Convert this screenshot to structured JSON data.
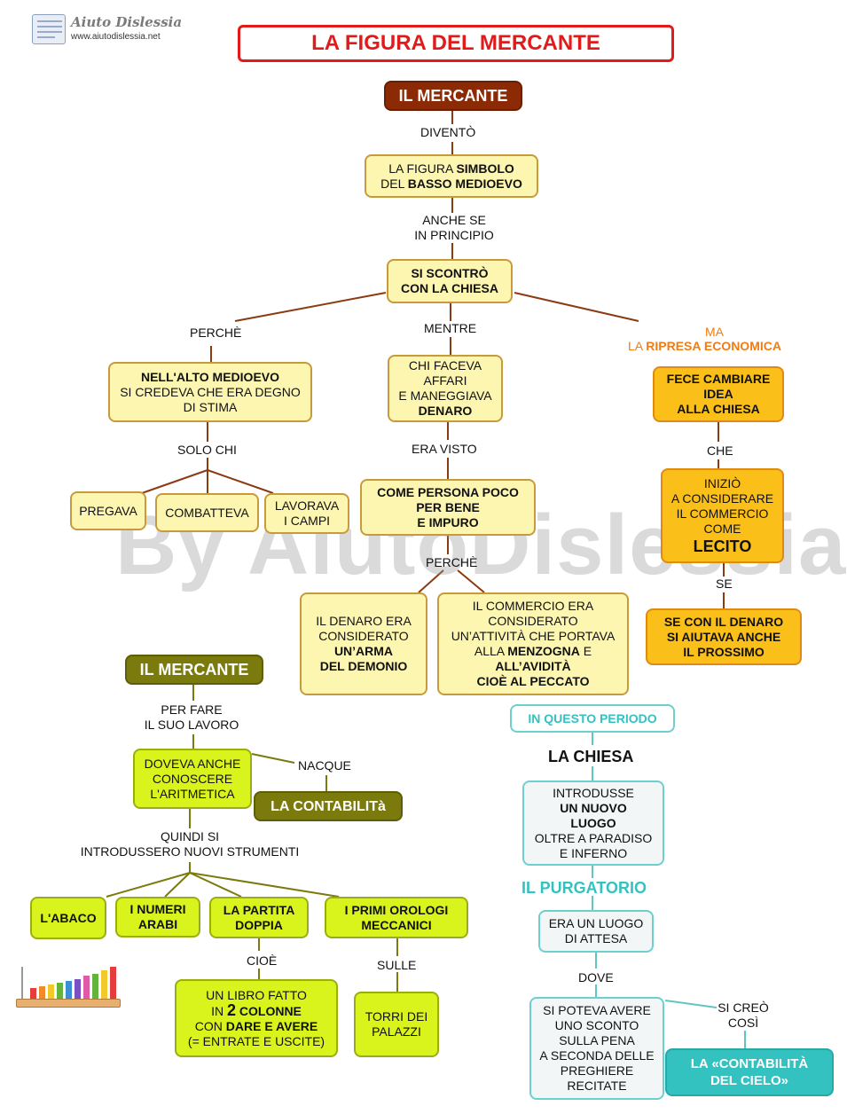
{
  "logo": {
    "name": "Aiuto Dislessia",
    "url": "www.aiutodislessia.net"
  },
  "title": "LA FIGURA DEL MERCANTE",
  "watermark": "By AiutoDislessia.net",
  "top": {
    "root": "IL MERCANTE",
    "l_divento": "DIVENTÒ",
    "n1": {
      "a": "LA FIGURA ",
      "b": "SIMBOLO",
      "c": "DEL ",
      "d": "BASSO MEDIOEVO"
    },
    "l_anche": [
      "ANCHE SE",
      "IN PRINCIPIO"
    ],
    "n2": [
      "SI SCONTRÒ",
      "CON LA CHIESA"
    ],
    "l_perche": "PERCHÈ",
    "l_mentre": "MENTRE",
    "l_ma": "MA",
    "l_ripresa": {
      "a": "LA ",
      "b": "RIPRESA ECONOMICA"
    },
    "left": {
      "bold": "NELL'ALTO MEDIOEVO",
      "rest": [
        "SI CREDEVA CHE ERA DEGNO",
        "DI STIMA"
      ]
    },
    "l_solochi": "SOLO CHI",
    "pregava": "PREGAVA",
    "combatteva": "COMBATTEVA",
    "lavorava": [
      "LAVORAVA",
      "I CAMPI"
    ],
    "mid": {
      "lines": [
        "CHI FACEVA",
        "AFFARI",
        "E MANEGGIAVA"
      ],
      "bold": "DENARO"
    },
    "l_eravisto": "ERA VISTO",
    "mid2": [
      "COME PERSONA POCO",
      "PER BENE",
      "E IMPURO"
    ],
    "l_perche2": "PERCHÈ",
    "arma": {
      "lines": [
        "IL  DENARO  ERA",
        "CONSIDERATO"
      ],
      "bold": [
        "UN’ARMA",
        "DEL DEMONIO"
      ]
    },
    "commercio": {
      "lines": [
        "IL COMMERCIO ERA",
        "CONSIDERATO",
        "UN’ATTIVITÀ CHE PORTAVA"
      ],
      "a": "ALLA ",
      "b": "MENZOGNA",
      "c": " E",
      "bold": [
        "ALL’AVIDITÀ",
        "CIOÈ AL PECCATO"
      ]
    },
    "right": [
      "FECE CAMBIARE",
      "IDEA",
      "ALLA CHIESA"
    ],
    "l_che": "CHE",
    "inizio": {
      "lines": [
        "INIZIÒ",
        "A CONSIDERARE",
        "IL COMMERCIO",
        "COME"
      ],
      "bold": "LECITO"
    },
    "l_se": "SE",
    "prossimo": [
      "SE CON IL DENARO",
      "SI AIUTAVA ANCHE",
      "IL PROSSIMO"
    ]
  },
  "bottom_left": {
    "root": "IL MERCANTE",
    "l_perfare": [
      "PER FARE",
      "IL SUO LAVORO"
    ],
    "aritmetica": [
      "DOVEVA ANCHE",
      "CONOSCERE",
      "L'ARITMETICA"
    ],
    "l_nacque": "NACQUE",
    "contabilita": "LA CONTABILITà",
    "l_quindi": [
      "QUINDI SI",
      "INTRODUSSERO NUOVI STRUMENTI"
    ],
    "abaco": "L'ABACO",
    "numeri": [
      "I NUMERI",
      "ARABI"
    ],
    "partita": [
      "LA PARTITA",
      "DOPPIA"
    ],
    "orologi": [
      "I PRIMI OROLOGI",
      "MECCANICI"
    ],
    "l_cioe": "CIOÈ",
    "l_sulle": "SULLE",
    "libro": {
      "l1": "UN LIBRO FATTO",
      "l2a": "IN ",
      "l2b": "2",
      "l2c": " COLONNE",
      "l3a": "CON ",
      "l3b": "DARE E AVERE",
      "l4": "(= ENTRATE E USCITE)"
    },
    "torri": [
      "TORRI DEI",
      "PALAZZI"
    ]
  },
  "bottom_right": {
    "periodo": "IN QUESTO PERIODO",
    "chiesa": "LA CHIESA",
    "luogo": {
      "l1": "INTRODUSSE",
      "bold": [
        "UN NUOVO",
        "LUOGO"
      ],
      "rest": [
        "OLTRE A PARADISO",
        "E INFERNO"
      ]
    },
    "purgatorio": "IL PURGATORIO",
    "attesa": [
      "ERA UN LUOGO",
      "DI ATTESA"
    ],
    "l_dove": "DOVE",
    "sconto": [
      "SI POTEVA AVERE",
      "UNO SCONTO",
      "SULLA PENA",
      "A SECONDA DELLE",
      "PREGHIERE",
      "RECITATE"
    ],
    "l_sicreo": [
      "SI CREÒ",
      "COSÌ"
    ],
    "cielo": [
      "LA  «CONTABILITÀ",
      "DEL CIELO»"
    ]
  },
  "colors": {
    "brown": "#8b2a04",
    "orange_text": "#f07c12",
    "olive": "#7b7a0d",
    "teal": "#33c2c0",
    "title_red": "#e31a1a"
  }
}
